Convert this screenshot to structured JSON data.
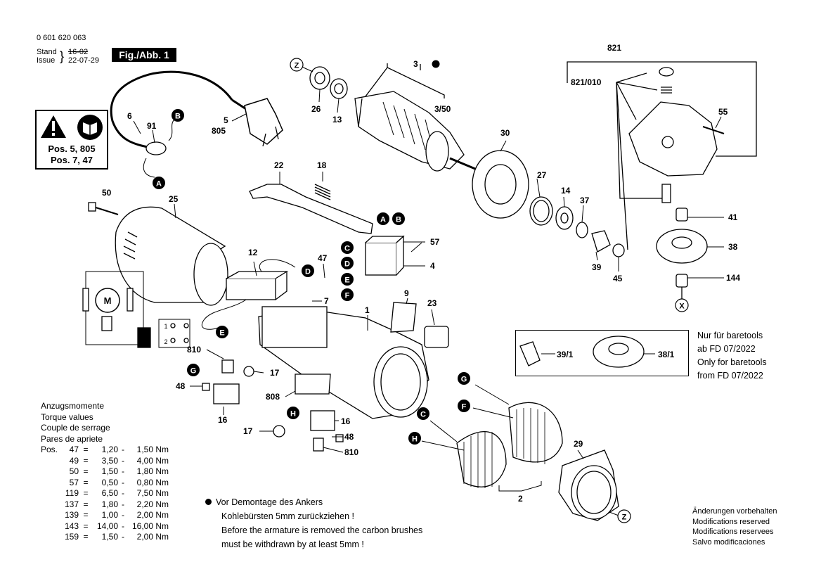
{
  "header": {
    "part_number": "0 601 620 063",
    "stand_label": "Stand",
    "issue_label": "Issue",
    "old_date": "16-02",
    "new_date": "22-07-29",
    "figure_label": "Fig./Abb. 1"
  },
  "warning": {
    "line1": "Pos. 5, 805",
    "line2": "Pos. 7, 47"
  },
  "callouts": {
    "c821": "821",
    "c821_010": "821/010",
    "c3": "3",
    "c3_50": "3/50",
    "c26": "26",
    "c13": "13",
    "c30": "30",
    "c55": "55",
    "c27": "27",
    "c14": "14",
    "c37": "37",
    "c41": "41",
    "c38": "38",
    "c39": "39",
    "c45": "45",
    "c144": "144",
    "c22": "22",
    "c18": "18",
    "c50": "50",
    "c25": "25",
    "c57": "57",
    "c4": "4",
    "c12": "12",
    "c47": "47",
    "c7": "7",
    "c9": "9",
    "c23": "23",
    "c1": "1",
    "c6": "6",
    "c91": "91",
    "c5": "5",
    "c805": "805",
    "c810a": "810",
    "c17a": "17",
    "c48a": "48",
    "c16a": "16",
    "c808": "808",
    "c17b": "17",
    "c16b": "16",
    "c48b": "48",
    "c810b": "810",
    "c29": "29",
    "c2": "2",
    "c39_1": "39/1",
    "c38_1": "38/1"
  },
  "markers": {
    "A": "A",
    "B": "B",
    "C": "C",
    "D": "D",
    "E": "E",
    "F": "F",
    "G": "G",
    "H": "H",
    "X": "X",
    "Z": "Z",
    "M": "M",
    "one": "1",
    "two": "2"
  },
  "torque": {
    "heading": [
      "Anzugsmomente",
      "Torque values",
      "Couple de serrage",
      "Pares de apriete"
    ],
    "pos_label": "Pos.",
    "rows": [
      {
        "pos": "47",
        "from": "1,20",
        "to": "1,50 Nm"
      },
      {
        "pos": "49",
        "from": "3,50",
        "to": "4,00 Nm"
      },
      {
        "pos": "50",
        "from": "1,50",
        "to": "1,80 Nm"
      },
      {
        "pos": "57",
        "from": "0,50",
        "to": "0,80 Nm"
      },
      {
        "pos": "119",
        "from": "6,50",
        "to": "7,50 Nm"
      },
      {
        "pos": "137",
        "from": "1,80",
        "to": "2,20 Nm"
      },
      {
        "pos": "139",
        "from": "1,00",
        "to": "2,00 Nm"
      },
      {
        "pos": "143",
        "from": "14,00",
        "to": "16,00 Nm"
      },
      {
        "pos": "159",
        "from": "1,50",
        "to": "2,00 Nm"
      }
    ]
  },
  "note": {
    "de1": "Vor Demontage des Ankers",
    "de2": "Kohlebürsten 5mm zurückziehen !",
    "en1": "Before the armature is removed the carbon brushes",
    "en2": "must be withdrawn by at least 5mm !"
  },
  "bare": {
    "de1": "Nur für baretools",
    "de2": "ab FD 07/2022",
    "en1": "Only for baretools",
    "en2": "from FD 07/2022"
  },
  "modifications": [
    "Änderungen vorbehalten",
    "Modifications reserved",
    "Modifications reservees",
    "Salvo modificaciones"
  ]
}
